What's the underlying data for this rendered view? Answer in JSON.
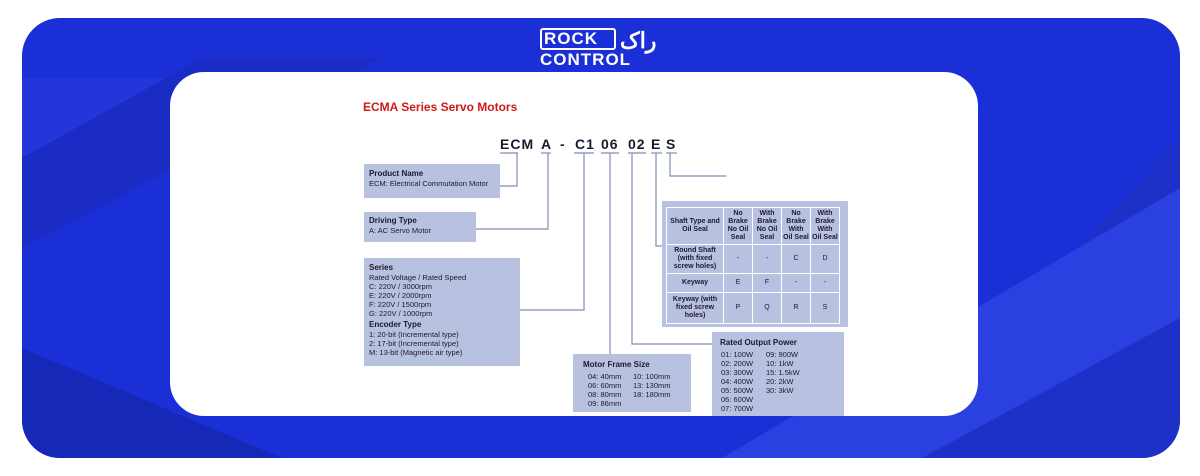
{
  "brand": {
    "logo_top": "ROCK",
    "logo_bottom": "CONTROL",
    "logo_fa": "راک"
  },
  "colors": {
    "frame_blue": "#1a2fd6",
    "accent_red": "#d01818",
    "box_fill": "#b9c1e1",
    "line": "#7f8db8"
  },
  "diagram": {
    "title": "ECMA Series Servo Motors",
    "code": [
      "ECM",
      "A",
      "-",
      "C1",
      "06",
      "02",
      "E",
      "S"
    ],
    "product_name": {
      "heading": "Product Name",
      "lines": [
        "ECM: Electrical Commutation Motor"
      ]
    },
    "driving_type": {
      "heading": "Driving Type",
      "lines": [
        "A: AC Servo Motor"
      ]
    },
    "series": {
      "heading": "Series",
      "lines": [
        "Rated Voltage / Rated Speed",
        "C: 220V / 3000rpm",
        "E: 220V / 2000rpm",
        "F: 220V / 1500rpm",
        "G: 220V / 1000rpm"
      ],
      "encoder_heading": "Encoder Type",
      "encoder_lines": [
        "1: 20-bit (Incremental type)",
        "2: 17-bit (Incremental type)",
        "M: 13-bit (Magnetic air type)"
      ]
    },
    "motor_frame": {
      "heading": "Motor Frame Size",
      "col1": [
        "04: 40mm",
        "06: 60mm",
        "08: 80mm",
        "09: 86mm"
      ],
      "col2": [
        "10: 100mm",
        "13: 130mm",
        "18: 180mm"
      ]
    },
    "rated_power": {
      "heading": "Rated Output Power",
      "col1": [
        "01: 100W",
        "02: 200W",
        "03: 300W",
        "04: 400W",
        "05: 500W",
        "06: 600W",
        "07: 700W"
      ],
      "col2": [
        "09: 900W",
        "10: 1kW",
        "15: 1.5kW",
        "20: 2kW",
        "30: 3kW"
      ]
    },
    "shaft_table": {
      "headers": [
        "Shaft Type and Oil Seal",
        "No Brake No Oil Seal",
        "With Brake No Oil Seal",
        "No Brake With Oil Seal",
        "With Brake With Oil Seal"
      ],
      "rows": [
        [
          "Round Shaft (with fixed screw holes)",
          "-",
          "-",
          "C",
          "D"
        ],
        [
          "Keyway",
          "E",
          "F",
          "-",
          "-"
        ],
        [
          "Keyway (with fixed screw holes)",
          "P",
          "Q",
          "R",
          "S"
        ]
      ]
    }
  }
}
